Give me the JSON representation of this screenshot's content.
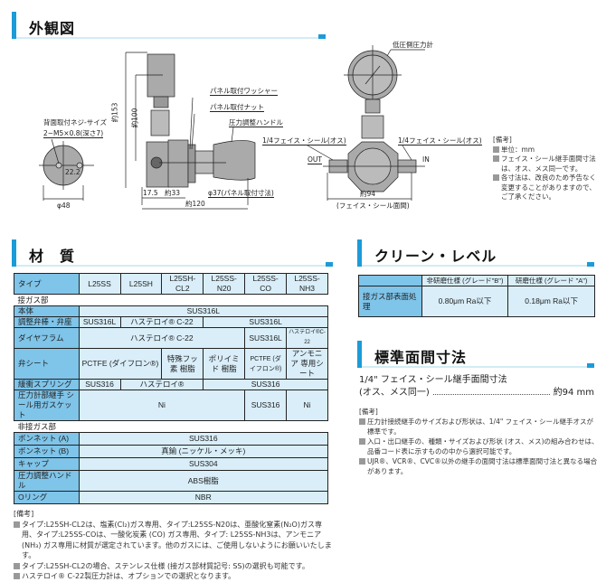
{
  "headings": {
    "appearance": "外観図",
    "material": "材　質",
    "clean": "クリーン・レベル",
    "face": "標準面間寸法"
  },
  "drawing": {
    "back_screw": "背面取付ネジ-サイズ",
    "back_screw_size": "2−M5×0.8(深さ7)",
    "pitch": "22.2",
    "dia48": "φ48",
    "h153": "約153",
    "h100": "約100",
    "washer": "パネル取付ワッシャー",
    "nut": "パネル取付ナット",
    "handle": "圧力調整ハンドル",
    "d175": "17.5",
    "d33": "約33",
    "d37": "φ37(パネル取付寸法)",
    "d120": "約120",
    "gauge": "低圧側圧力計",
    "fs_out": "1/4フェイス・シール(オス)",
    "fs_in": "1/4フェイス・シール(オス)",
    "out": "OUT",
    "in": "IN",
    "d94": "約94",
    "d94_note": "(フェイス・シール面間)"
  },
  "drawing_notes": {
    "title": "[備考]",
    "items": [
      "単位：mm",
      "フェイス・シール継手面間寸法は、オス、メス同一です。",
      "各寸法は、改良のため予告なく変更することがありますので、ご了承ください。"
    ]
  },
  "material": {
    "type_label": "タイプ",
    "types": [
      "L25SS",
      "L25SH",
      "L25SH-CL2",
      "L25SS-N20",
      "L25SS-CO",
      "L25SS-NH3"
    ],
    "wetted": "接ガス部",
    "body": {
      "label": "本体",
      "v": "SUS316L"
    },
    "stem": {
      "label": "調整弁棒・弁座",
      "v": [
        "SUS316L",
        "ハステロイ® C-22",
        "SUS316L"
      ]
    },
    "diaphragm": {
      "label": "ダイヤフラム",
      "v": [
        "ハステロイ® C-22",
        "SUS316L",
        "ハステロイ®C-22"
      ]
    },
    "seat": {
      "label": "弁シート",
      "v": [
        "PCTFE (ダイフロン®)",
        "特殊フッ素 樹脂",
        "ポリイミド 樹脂",
        "PCTFE (ダイフロン®)",
        "アンモニア 専用シート"
      ]
    },
    "spring": {
      "label": "緩衝スプリング",
      "v": [
        "SUS316",
        "ハステロイ®",
        "SUS316"
      ]
    },
    "gasket": {
      "label": "圧力計部継手 シール用ガスケット",
      "v": [
        "Ni",
        "SUS316",
        "Ni"
      ]
    },
    "nonwetted": "非接ガス部",
    "rows": [
      {
        "label": "ボンネット (A)",
        "v": "SUS316"
      },
      {
        "label": "ボンネット (B)",
        "v": "真鍮 (ニッケル・メッキ)"
      },
      {
        "label": "キャップ",
        "v": "SUS304"
      },
      {
        "label": "圧力調整ハンドル",
        "v": "ABS樹脂"
      },
      {
        "label": "Oリング",
        "v": "NBR"
      }
    ]
  },
  "material_notes": {
    "title": "[備考]",
    "items": [
      "タイプ:L25SH-CL2は、塩素(Cl₂)ガス専用、タイプ:L25SS-N20は、亜酸化窒素(N₂O)ガス専用、タイプ:L25SS-COは、一酸化炭素 (CO) ガス専用、タイプ: L25SS-NH3は、アンモニア (NH₃) ガス専用に材質が選定されています。他のガスには、ご使用しないようにお願いいたします。",
      "タイプ:L25SH-CL2の場合、ステンレス仕様 (接ガス部材質記号: SS)の選択も可能です。",
      "ハステロイ® C-22製圧力計は、オプションでの選択となります。"
    ]
  },
  "clean": {
    "cols": [
      "非研磨仕様 (グレード\"B\")",
      "研磨仕様 (グレード \"A\")"
    ],
    "row_label": "接ガス部表面処理",
    "values": [
      "0.80μm Ra以下",
      "0.18μm Ra以下"
    ]
  },
  "face": {
    "line1": "1/4\" フェイス・シール継手面間寸法",
    "line2": "(オス、メス同一)",
    "value": "約94 mm"
  },
  "face_notes": {
    "title": "[備考]",
    "items": [
      "圧力計接続継手のサイズおよび形状は、1/4\" フェイス・シール継手オスが標準です。",
      "入口・出口継手の、種類・サイズおよび形状 (オス、メス)の組み合わせは、品番コード表に示すものの中から選択可能です。",
      "UJR®、VCR®、CVC®以外の継手の面間寸法は標準面間寸法と異なる場合があります。"
    ]
  }
}
